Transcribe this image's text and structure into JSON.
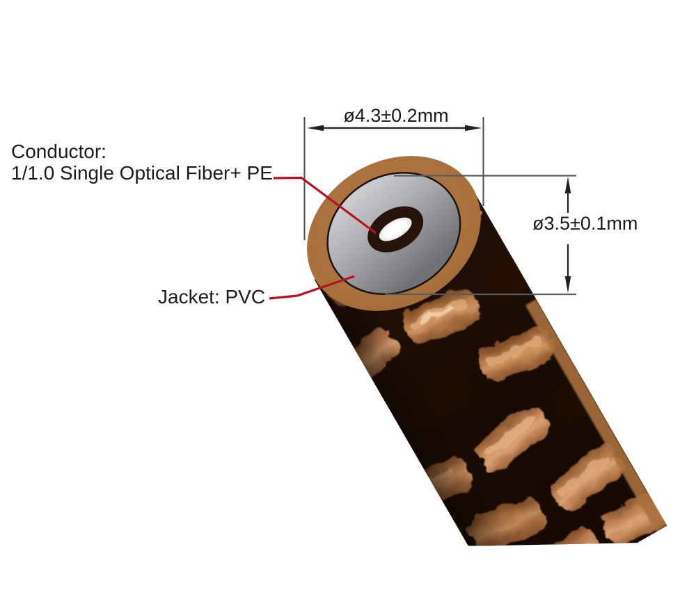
{
  "figure": {
    "type": "cable-cross-section-diagram",
    "callouts": {
      "conductor": {
        "line1": "Conductor:",
        "line2": "1/1.0 Single Optical Fiber+ PE"
      },
      "jacket": {
        "label": "Jacket: PVC"
      }
    },
    "dimensions": {
      "overall_diameter": "ø4.3±0.2mm",
      "jacket_diameter": "ø3.5±0.1mm"
    },
    "colors": {
      "background": "#ffffff",
      "jacket_brown": "#a9713d",
      "insulation_gray_light": "#d8d9db",
      "insulation_gray_dark": "#707174",
      "insulation_outline": "#1c120b",
      "fiber_ring_dark": "#261309",
      "fiber_core_white": "#ffffff",
      "braid_copper": "#b0784a",
      "braid_black": "#1b0c04",
      "leader_red": "#bb1020",
      "dimension_line": "#231f20",
      "extension_line": "#5a5b5e",
      "text": "#1d1a1b"
    }
  }
}
